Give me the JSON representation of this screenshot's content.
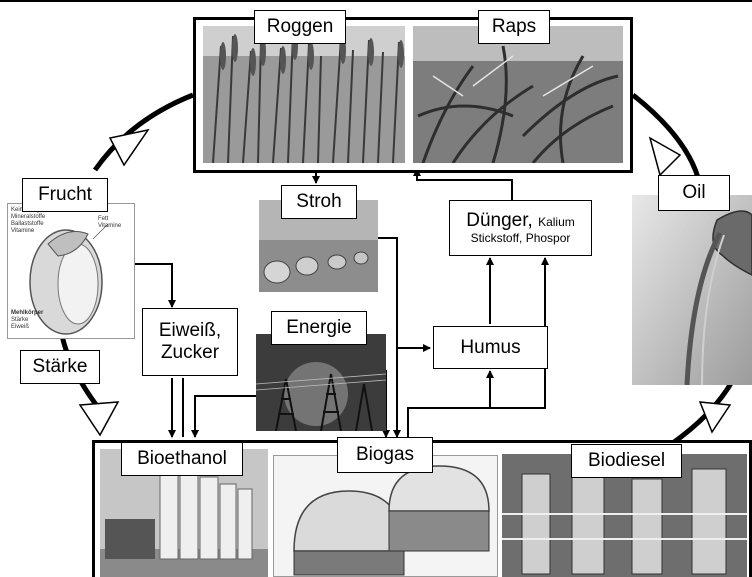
{
  "labels": {
    "roggen": "Roggen",
    "raps": "Raps",
    "frucht": "Frucht",
    "oil": "Oil",
    "stroh": "Stroh",
    "duenger_main": "Dünger,",
    "duenger_kalium": "Kalium",
    "duenger_line2": "Stickstoff, Phospor",
    "energie": "Energie",
    "eiweiss_line1": "Eiweiß,",
    "eiweiss_line2": "Zucker",
    "humus": "Humus",
    "staerke": "Stärke",
    "bioethanol": "Bioethanol",
    "biogas": "Biogas",
    "biodiesel": "Biodiesel"
  },
  "seed_annotations": {
    "left_list": [
      "Keimanlage",
      "Mineralstoffe",
      "Ballaststoffe",
      "Vitamine"
    ],
    "right_list": [
      "Fett",
      "Vitamine"
    ],
    "bottom_title": "Mehlkörper",
    "bottom_list": [
      "Stärke",
      "Eiweiß"
    ]
  },
  "colors": {
    "line": "#000000",
    "photo_dark": "#3a3a3a",
    "photo_mid": "#8a8a8a",
    "photo_light": "#d8d8d8"
  }
}
